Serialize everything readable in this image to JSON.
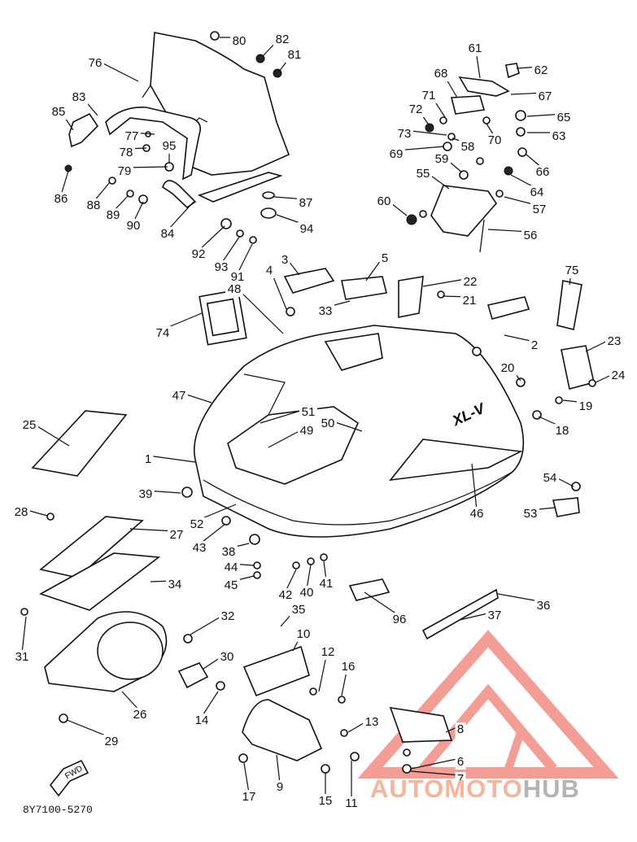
{
  "diagram": {
    "part_numbers": [
      "1",
      "2",
      "3",
      "4",
      "5",
      "6",
      "7",
      "8",
      "9",
      "10",
      "11",
      "12",
      "13",
      "14",
      "15",
      "16",
      "17",
      "18",
      "19",
      "20",
      "21",
      "22",
      "23",
      "24",
      "25",
      "26",
      "27",
      "28",
      "29",
      "30",
      "31",
      "32",
      "33",
      "34",
      "35",
      "36",
      "37",
      "38",
      "39",
      "40",
      "41",
      "42",
      "43",
      "44",
      "45",
      "46",
      "47",
      "48",
      "49",
      "50",
      "51",
      "52",
      "53",
      "54",
      "55",
      "56",
      "57",
      "58",
      "59",
      "60",
      "61",
      "62",
      "63",
      "64",
      "65",
      "66",
      "67",
      "68",
      "69",
      "70",
      "71",
      "72",
      "73",
      "74",
      "75",
      "76",
      "77",
      "78",
      "79",
      "80",
      "81",
      "82",
      "83",
      "84",
      "85",
      "86",
      "87",
      "88",
      "89",
      "90",
      "91",
      "92",
      "93",
      "94",
      "95",
      "96"
    ],
    "hood_badge": "XL-V",
    "fwd_label": "FWD",
    "drawing_code": "8Y7100-5270"
  },
  "watermark": {
    "text_a": "AUTOMOTO",
    "text_b": "HUB",
    "color_primary": "#ef7d72",
    "color_secondary": "#b4b4b4"
  }
}
